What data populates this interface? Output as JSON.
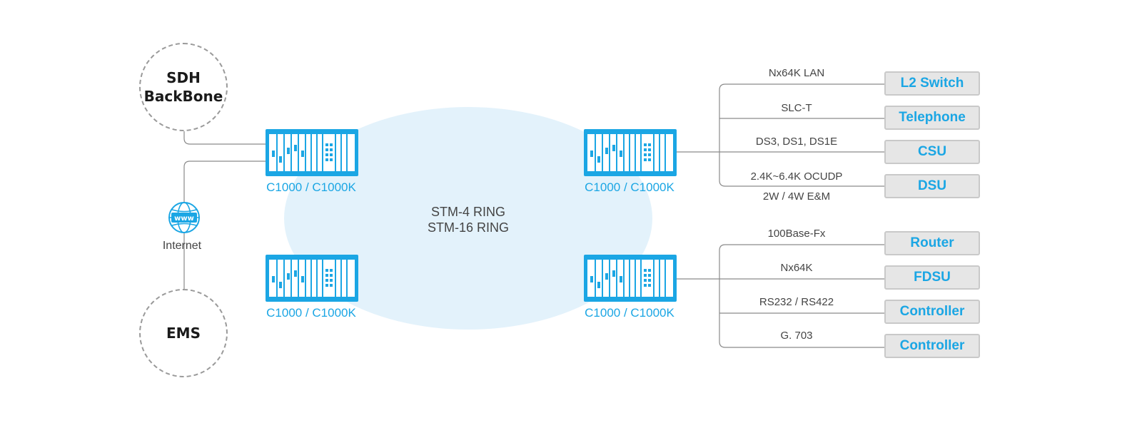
{
  "nodes": {
    "sdh_backbone": "SDH\nBackBone",
    "ems": "EMS",
    "internet": "Internet",
    "internet_icon": "globe-www-icon"
  },
  "ring": {
    "line1": "STM-4 RING",
    "line2": "STM-16 RING"
  },
  "devices": [
    {
      "label": "C1000 / C1000K"
    },
    {
      "label": "C1000 / C1000K"
    },
    {
      "label": "C1000 / C1000K"
    },
    {
      "label": "C1000 / C1000K"
    }
  ],
  "upper_links": [
    {
      "label": "Nx64K LAN",
      "endpoint": "L2 Switch"
    },
    {
      "label": "SLC-T",
      "endpoint": "Telephone"
    },
    {
      "label": "DS3, DS1, DS1E",
      "endpoint": "CSU"
    },
    {
      "label": "2.4K~6.4K  OCUDP",
      "endpoint": "DSU"
    }
  ],
  "upper_extra_label": "2W / 4W  E&M",
  "lower_links": [
    {
      "label": "100Base-Fx",
      "endpoint": "Router"
    },
    {
      "label": "Nx64K",
      "endpoint": "FDSU"
    },
    {
      "label": "RS232 / RS422",
      "endpoint": "Controller"
    },
    {
      "label": "G. 703",
      "endpoint": "Controller"
    }
  ],
  "colors": {
    "accent": "#1ba6e4",
    "ring_fill": "#e3f2fb",
    "line": "#8a8a8a",
    "endpoint_bg": "#e6e6e6"
  }
}
